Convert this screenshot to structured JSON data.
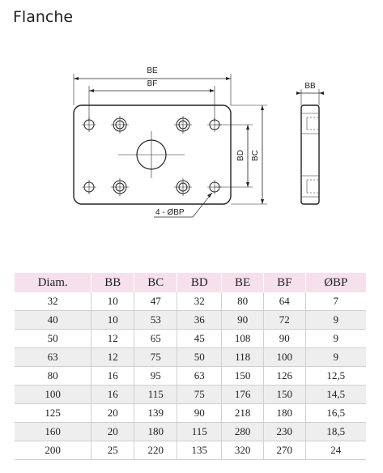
{
  "title": "Flanche",
  "drawing": {
    "labels": {
      "be": "BE",
      "bf": "BF",
      "bb": "BB",
      "bd": "BD",
      "bc": "BC",
      "holes": "4 - ØBP"
    }
  },
  "table": {
    "headers": [
      "Diam.",
      "BB",
      "BC",
      "BD",
      "BE",
      "BF",
      "ØBP"
    ],
    "rows": [
      [
        "32",
        "10",
        "47",
        "32",
        "80",
        "64",
        "7"
      ],
      [
        "40",
        "10",
        "53",
        "36",
        "90",
        "72",
        "9"
      ],
      [
        "50",
        "12",
        "65",
        "45",
        "108",
        "90",
        "9"
      ],
      [
        "63",
        "12",
        "75",
        "50",
        "118",
        "100",
        "9"
      ],
      [
        "80",
        "16",
        "95",
        "63",
        "150",
        "126",
        "12,5"
      ],
      [
        "100",
        "16",
        "115",
        "75",
        "176",
        "150",
        "14,5"
      ],
      [
        "125",
        "20",
        "139",
        "90",
        "218",
        "180",
        "16,5"
      ],
      [
        "160",
        "20",
        "180",
        "115",
        "280",
        "230",
        "18,5"
      ],
      [
        "200",
        "25",
        "220",
        "135",
        "320",
        "270",
        "24"
      ]
    ]
  }
}
